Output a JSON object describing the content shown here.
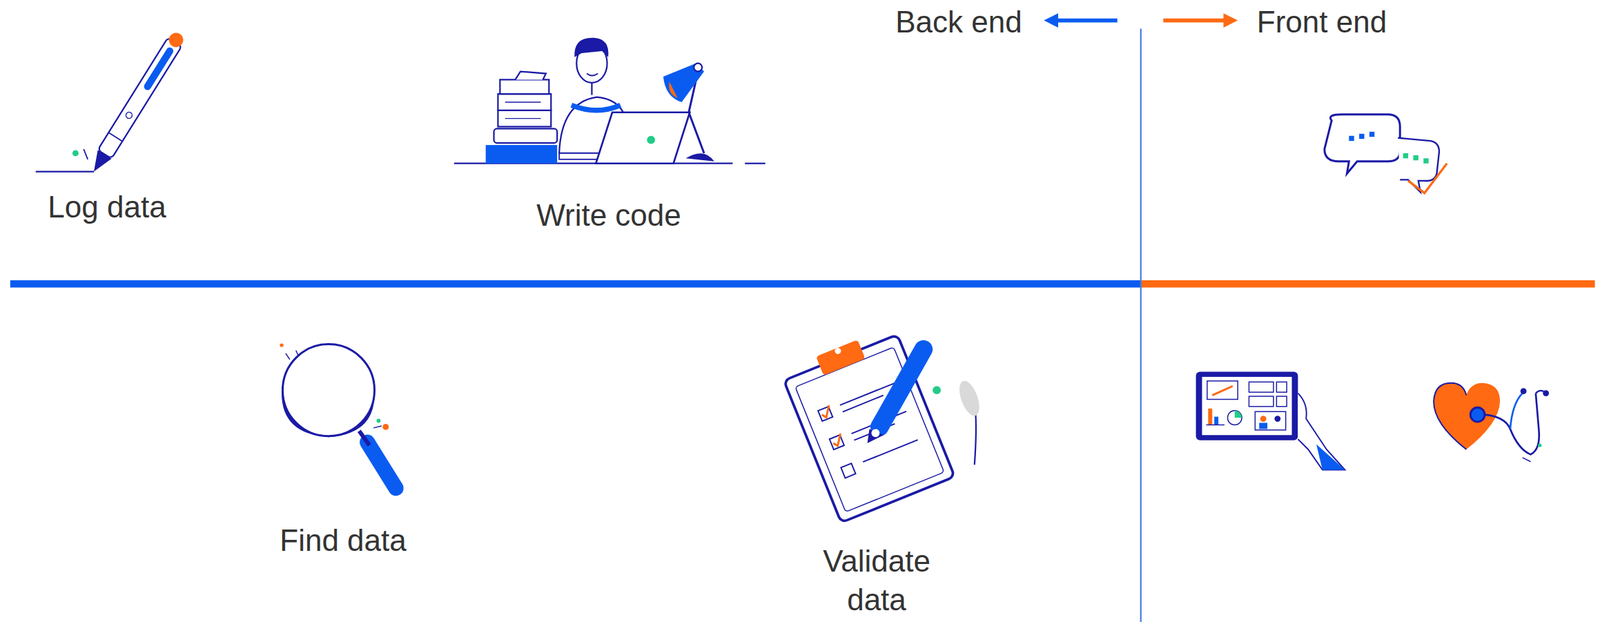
{
  "diagram": {
    "labels": [
      "Back end",
      "Front end",
      "Log data",
      "Write code",
      "Find data",
      "Validate data"
    ]
  }
}
